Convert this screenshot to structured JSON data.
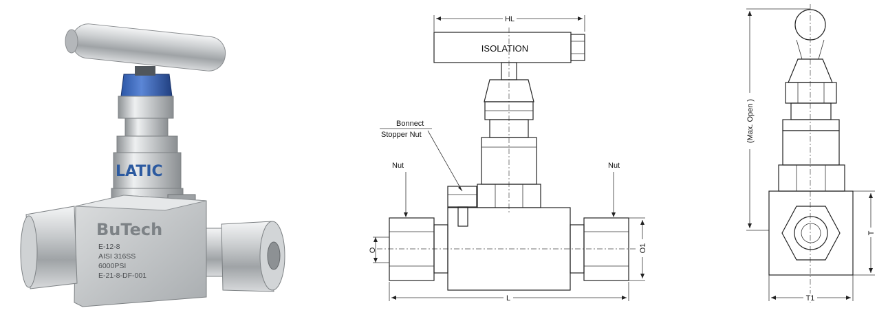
{
  "photo": {
    "brand": "BuTech",
    "handle_band": "LATIC",
    "engraving": [
      "E-12-8",
      "AISI 316SS",
      "6000PSI",
      "E-21-8-DF-001"
    ]
  },
  "front_view": {
    "handle_label": "ISOLATION",
    "dim_top": "HL",
    "dim_bottom": "L",
    "dim_right": "O1",
    "dim_left": "O",
    "callout_bonnet_line1": "Bonnect",
    "callout_bonnet_line2": "Stopper Nut",
    "callout_nut_left": "Nut",
    "callout_nut_right": "Nut"
  },
  "side_view": {
    "dim_height": "(Max. Open )",
    "dim_body_height": "T",
    "dim_body_width": "T1"
  }
}
